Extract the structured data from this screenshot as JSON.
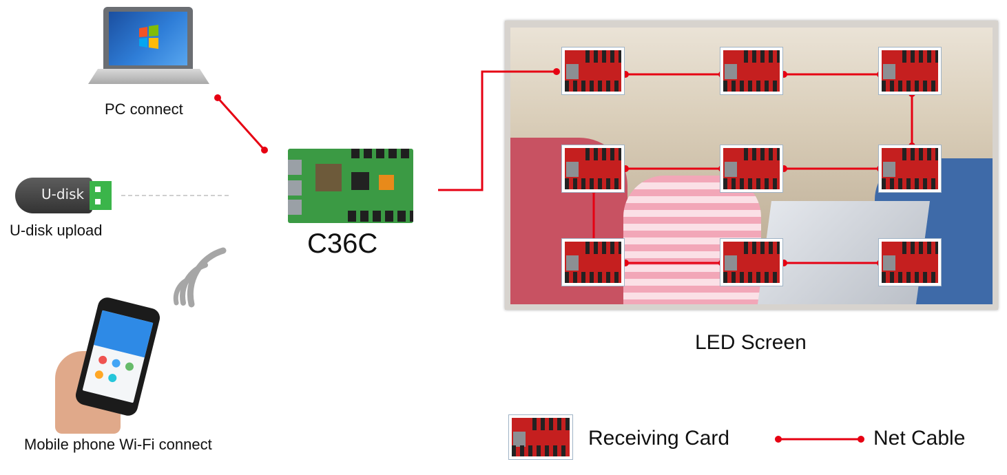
{
  "sources": {
    "pc_label": "PC connect",
    "udisk_label": "U-disk upload",
    "udisk_text": "U-disk",
    "mobile_label": "Mobile phone Wi-Fi connect"
  },
  "controller": {
    "model": "C36C"
  },
  "screen": {
    "label": "LED Screen"
  },
  "legend": {
    "receiving_card": "Receiving Card",
    "net_cable": "Net Cable"
  },
  "colors": {
    "cable": "#e60012",
    "card_border": "#9fb3c6",
    "pcb_red": "#c51f1f",
    "controller_green": "#3b9a44",
    "wifi_arc": "#9e9e9e"
  },
  "icons": [
    "laptop-icon",
    "usb-drive-icon",
    "smartphone-icon",
    "wifi-signal-icon",
    "controller-card-icon",
    "receiving-card-icon"
  ]
}
